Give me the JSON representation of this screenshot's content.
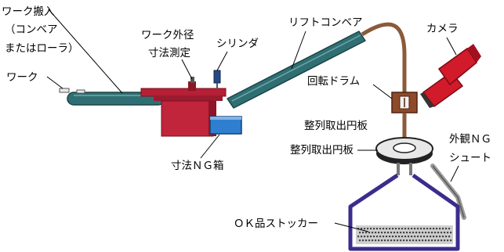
{
  "labels": {
    "work_in_line1": "ワーク搬入",
    "work_in_line2": "（コンベア",
    "work_in_line3": "またはローラ）",
    "work": "ワーク",
    "measure_line1": "ワーク外径",
    "measure_line2": "寸法測定",
    "cylinder": "シリンダ",
    "lift_conveyor": "リフトコンベア",
    "camera": "カメラ",
    "rotary_drum": "回転ドラム",
    "disc_upper": "整列取出円板",
    "disc_lower": "整列取出円板",
    "ng_box": "寸法ＮＧ箱",
    "chute_line1": "外観ＮＧ",
    "chute_line2": "シュート",
    "ok_stocker": "ＯＫ品ストッカー"
  },
  "colors": {
    "conveyor": "#2f6f73",
    "machine": "#c0253b",
    "machine_dark": "#8e1426",
    "ng_box": "#2f7fd0",
    "tube": "#8a5a3a",
    "drum": "#8f4a2a",
    "camera": "#d11a2a",
    "stocker": "#3d2b8c",
    "chute": "#9a9a9a"
  }
}
